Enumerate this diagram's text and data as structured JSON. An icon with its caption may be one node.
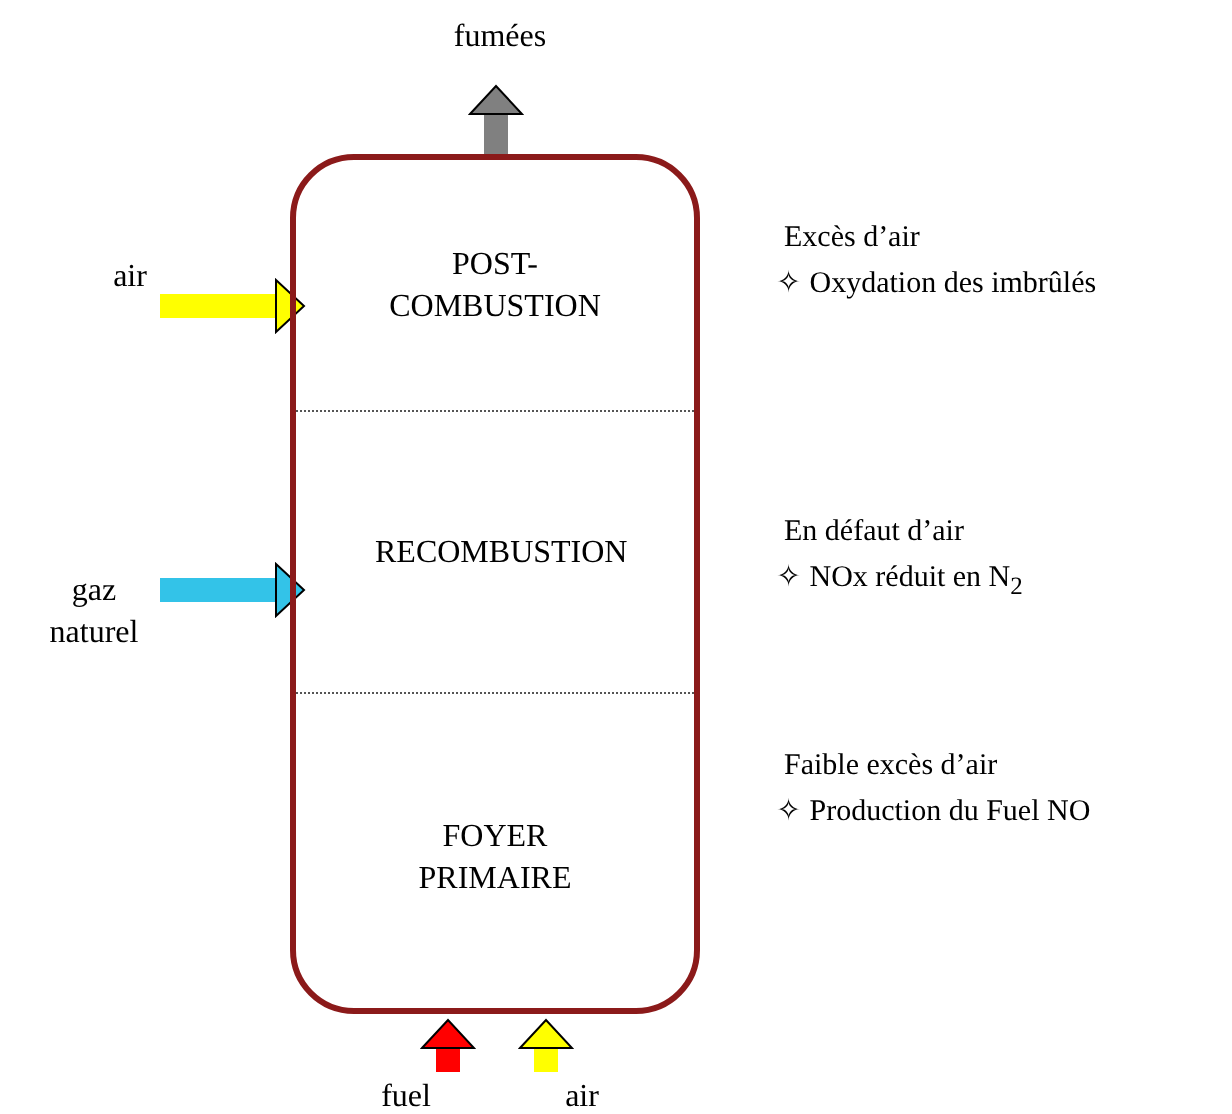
{
  "diagram": {
    "nodes": [
      {
        "text": [],
        "shape": "box"
      },
      {
        "text": [
          "POST-COMBUSTION"
        ],
        "in": 0,
        "beside": [
          "Excès d’air",
          "✧ Oxydation des imbrûlés"
        ]
      },
      {
        "text": [
          "RECOMBUSTION"
        ],
        "in": 0,
        "beside": [
          "En défaut d’air",
          "✧ NOx réduit en N$_{2}$"
        ]
      },
      {
        "text": [
          "FOYER PRIMAIRE"
        ],
        "in": 0,
        "beside": [
          "Faible excès d’air",
          "✧ Production du Fuel NO"
        ]
      },
      {
        "text": [
          "fumées"
        ]
      },
      {
        "text": [
          "air"
        ]
      },
      {
        "text": [
          "gaz naturel"
        ]
      },
      {
        "text": [
          "fuel"
        ]
      },
      {
        "text": [
          "air"
        ]
      }
    ],
    "edges": [
      {
        "from": 0,
        "to": 4,
        "arrow": "to",
        "color": "#808080"
      },
      {
        "from": 5,
        "to": 1,
        "arrow": "to",
        "color": "#ffff00"
      },
      {
        "from": 6,
        "to": 2,
        "arrow": "to",
        "color": "#33c3e8"
      },
      {
        "from": 7,
        "to": 3,
        "arrow": "to",
        "color": "#ff0000"
      },
      {
        "from": 8,
        "to": 3,
        "arrow": "to",
        "color": "#ffff00"
      }
    ]
  }
}
